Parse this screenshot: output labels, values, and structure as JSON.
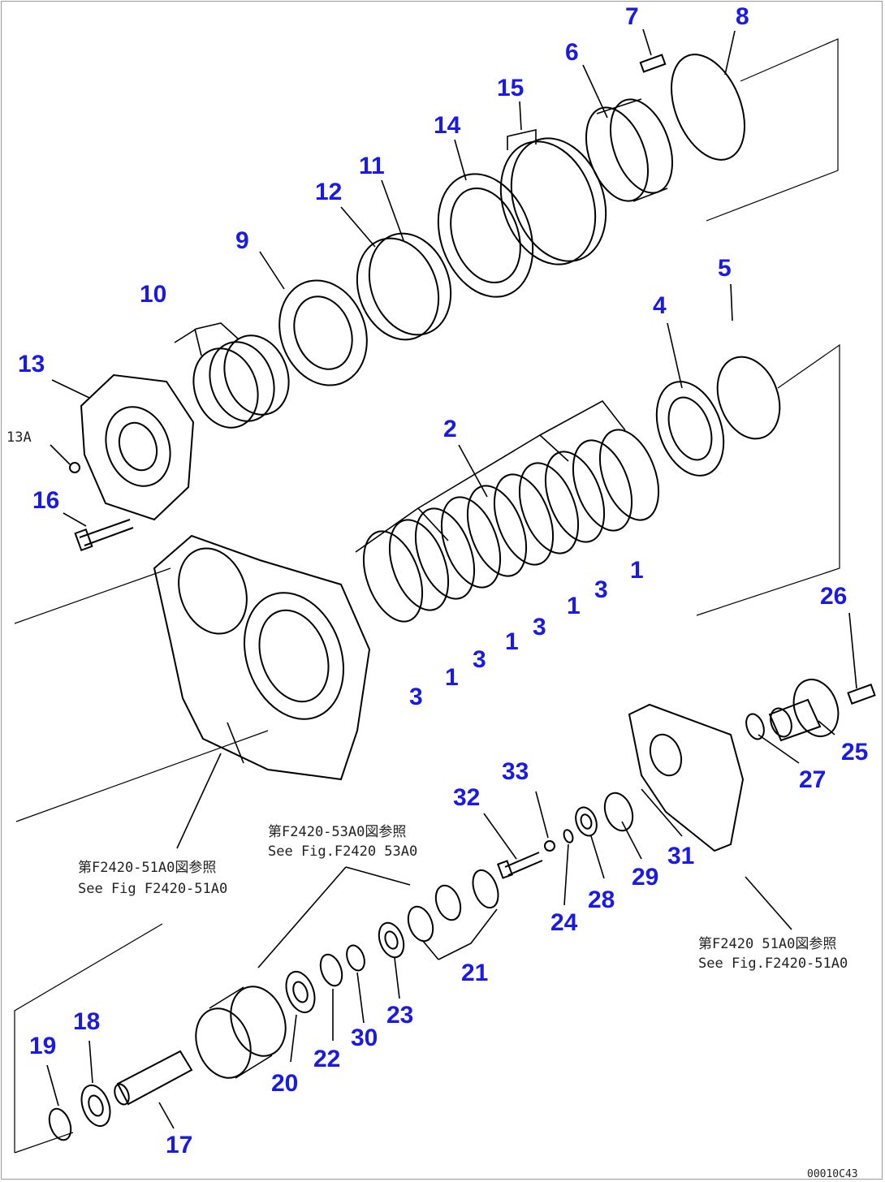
{
  "callouts": [
    {
      "id": "p7",
      "text": "7"
    },
    {
      "id": "p8",
      "text": "8"
    },
    {
      "id": "p6",
      "text": "6"
    },
    {
      "id": "p15",
      "text": "15"
    },
    {
      "id": "p14",
      "text": "14"
    },
    {
      "id": "p11",
      "text": "11"
    },
    {
      "id": "p12",
      "text": "12"
    },
    {
      "id": "p9",
      "text": "9"
    },
    {
      "id": "p10",
      "text": "10"
    },
    {
      "id": "p13",
      "text": "13"
    },
    {
      "id": "p5",
      "text": "5"
    },
    {
      "id": "p4",
      "text": "4"
    },
    {
      "id": "p2",
      "text": "2"
    },
    {
      "id": "p16",
      "text": "16"
    },
    {
      "id": "p1a",
      "text": "1"
    },
    {
      "id": "p3a",
      "text": "3"
    },
    {
      "id": "p1b",
      "text": "1"
    },
    {
      "id": "p3b",
      "text": "3"
    },
    {
      "id": "p1c",
      "text": "1"
    },
    {
      "id": "p3c",
      "text": "3"
    },
    {
      "id": "p1d",
      "text": "1"
    },
    {
      "id": "p3d",
      "text": "3"
    },
    {
      "id": "p26",
      "text": "26"
    },
    {
      "id": "p25",
      "text": "25"
    },
    {
      "id": "p27",
      "text": "27"
    },
    {
      "id": "p33",
      "text": "33"
    },
    {
      "id": "p32",
      "text": "32"
    },
    {
      "id": "p31",
      "text": "31"
    },
    {
      "id": "p29",
      "text": "29"
    },
    {
      "id": "p28",
      "text": "28"
    },
    {
      "id": "p24",
      "text": "24"
    },
    {
      "id": "p21",
      "text": "21"
    },
    {
      "id": "p23",
      "text": "23"
    },
    {
      "id": "p30",
      "text": "30"
    },
    {
      "id": "p22",
      "text": "22"
    },
    {
      "id": "p20",
      "text": "20"
    },
    {
      "id": "p18",
      "text": "18"
    },
    {
      "id": "p19",
      "text": "19"
    },
    {
      "id": "p17",
      "text": "17"
    }
  ],
  "notes": {
    "left_ja": "第F2420-51A0図参照",
    "left_en": "See Fig F2420-51A0",
    "mid_ja": "第F2420-53A0図参照",
    "mid_en": "See Fig.F2420 53A0",
    "right_ja": "第F2420 51A0図参照",
    "right_en": "See Fig.F2420-51A0",
    "ref_13a": "13A"
  },
  "drawing_code": "00010C43"
}
